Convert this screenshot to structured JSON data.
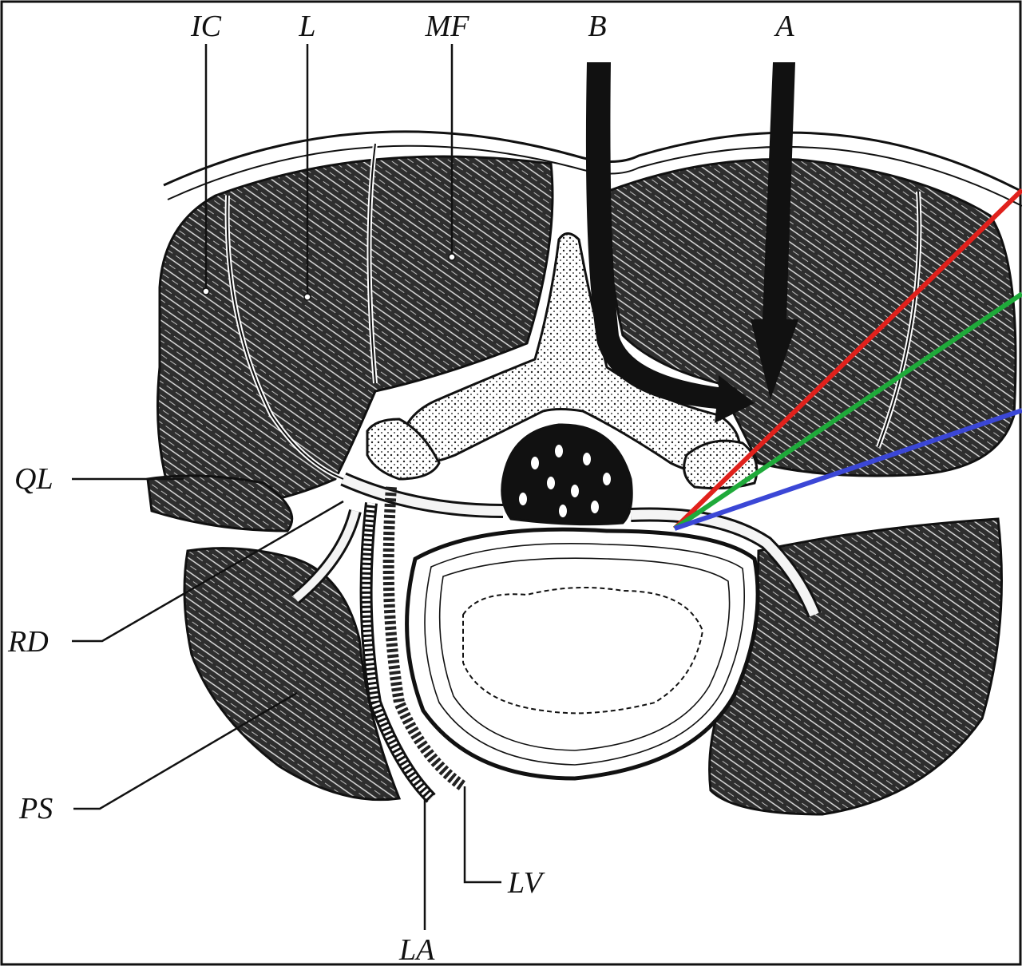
{
  "labels": {
    "ic": "IC",
    "l": "L",
    "mf": "MF",
    "b": "B",
    "a": "A",
    "ql": "QL",
    "rd": "RD",
    "ps": "PS",
    "la": "LA",
    "lv": "LV"
  },
  "colors": {
    "trajectory_red": "#e0211c",
    "trajectory_green": "#1faa3a",
    "trajectory_blue": "#3b47d6",
    "muscle": "#3a3a3a",
    "line": "#111111"
  },
  "icons": {
    "approach_b": "curved-arrow",
    "approach_a": "straight-arrow"
  }
}
